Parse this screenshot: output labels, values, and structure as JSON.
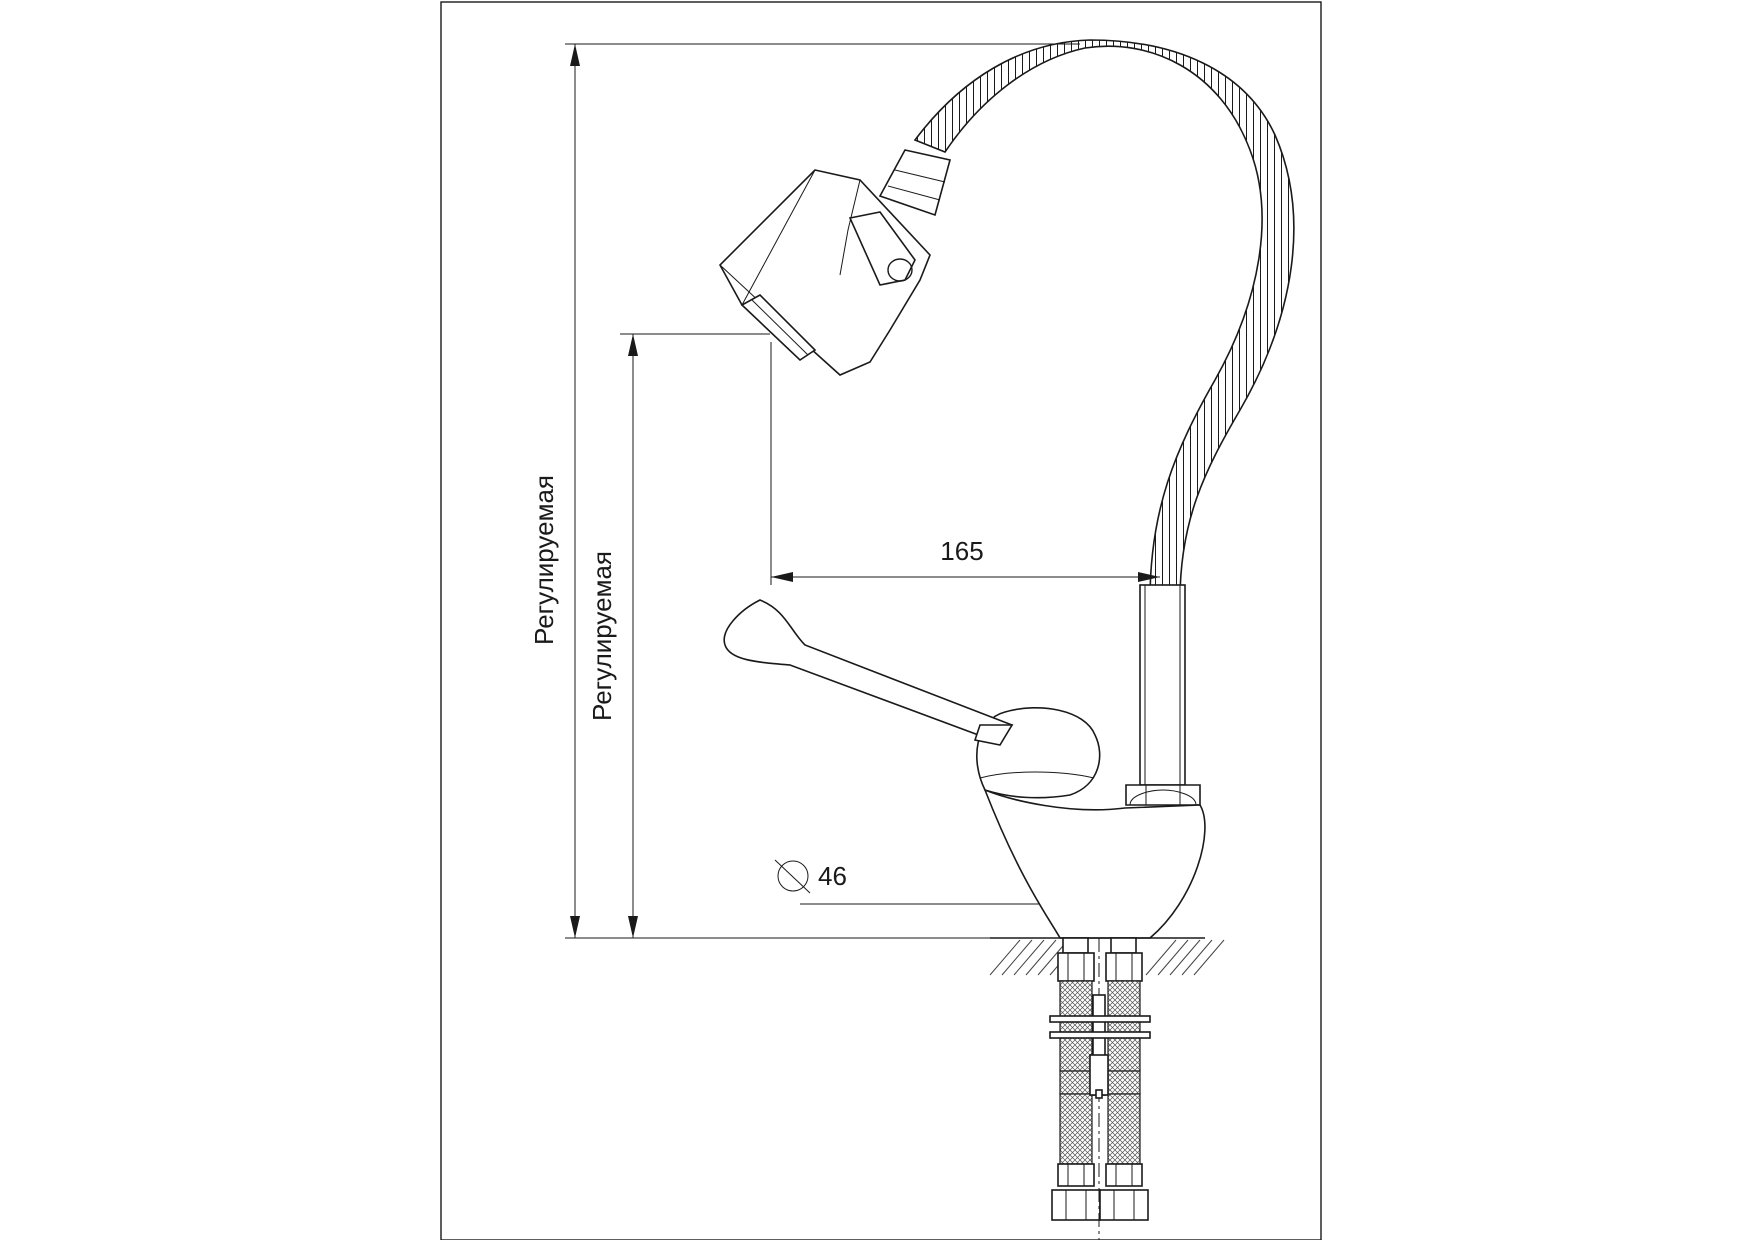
{
  "drawing": {
    "dimensions": {
      "total_height_label": "Регулируемая",
      "spout_height_label": "Регулируемая",
      "spout_reach_label": "165",
      "mount_diameter_label": "46",
      "diameter_symbol": "⌀"
    },
    "colors": {
      "line": "#1a1a1a",
      "background": "#ffffff"
    }
  }
}
